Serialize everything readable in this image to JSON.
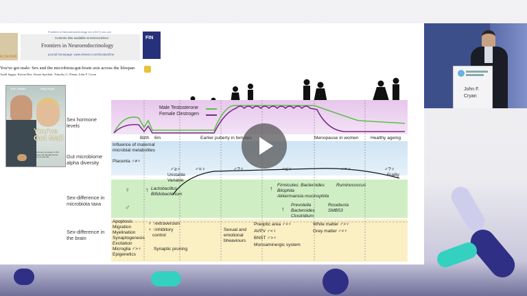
{
  "journal": {
    "header_line": "Frontiers in Neuroendocrinology xxx (2017) xxx–xxx",
    "contents_line": "Contents lists available at ScienceDirect",
    "name": "Frontiers in Neuroendocrinology",
    "homepage": "journal homepage: www.elsevier.com/locate/yfrne",
    "publisher_logo": "ELSEVIER",
    "badge": "FIN",
    "paper_title": "You've got male: Sex and the microbiota-gut-brain axis across the lifespan",
    "authors": "Aadil Jaggar, Kieran Rea, Simon Spichak, Timothy G. Dinan, John F. Cryan"
  },
  "poster": {
    "actor1": "Tom Hanks",
    "actor2": "Meg Ryan",
    "title": "You've Got Mail",
    "tagline": "Someone you pass on the street may already be the love of your life."
  },
  "rows": {
    "hormone": "Sex hormone levels",
    "gut": "Gut microbiome alpha diversity",
    "taxa": "Sex-difference in microbiota taxa",
    "brain": "Sex-difference in the brain"
  },
  "legend": {
    "male": "Male Testosterone",
    "female": "Female Oestrogen",
    "male_color": "#5bbf4a",
    "female_color": "#7a2a8a"
  },
  "timeline": {
    "birth": "Birth",
    "six_m": "6m",
    "puberty": "Earlier puberty in females",
    "menopause": "Menopause in women",
    "ageing": "Healthy ageing",
    "frailty": "Frailty"
  },
  "gut": {
    "influence": "Influence of maternal microbial metabolites",
    "placenta": "Placenta ♂≠♀",
    "compare1": "♂≥♀",
    "unstable": "Unstable",
    "variable": "Variable",
    "compare2": "♂=♀",
    "compare3": "♂?♀",
    "compare4": "♂≤♀",
    "compare5": "♂=♀",
    "compare6": "♂?♀"
  },
  "taxa": {
    "female_symbol": "♀",
    "male_symbol": "♂",
    "early": "Lactobacillus",
    "early2": "Bifidobacterium",
    "f1": "Firmicutes: Bacteroides",
    "f2": "Bilophila",
    "f3": "Akkermansia mucinophila",
    "f4": "Ruminococcus",
    "m1": "Prevotella",
    "m2": "Bacteroides",
    "m3": "Clostridium",
    "m4": "Roseburia",
    "m5": "SMB53"
  },
  "brain": {
    "list": [
      "Apoptosis",
      "Migration",
      "Myelination",
      "Synaptogenesis",
      "Excitation",
      "Microglia ♂>♀",
      "Epigenetics"
    ],
    "ext1": "♂ ↑extraversion",
    "ext2": "♀ ↑inhibitory",
    "ext3": "control",
    "pruning": "Synaptic pruning",
    "sexual": [
      "Sexual and",
      "emotional",
      "bheaviours"
    ],
    "preoptic": "Preoptic area ♂>♀",
    "avpv": "AVPV ♂<♀",
    "bnst": "BNST ♂>♀",
    "mono": "Monoaminergic system",
    "white": "White matter ♂>♀",
    "grey": "Grey matter ♂<♀"
  },
  "speaker": {
    "name_line1": "John F.",
    "name_line2": "Cryan"
  }
}
